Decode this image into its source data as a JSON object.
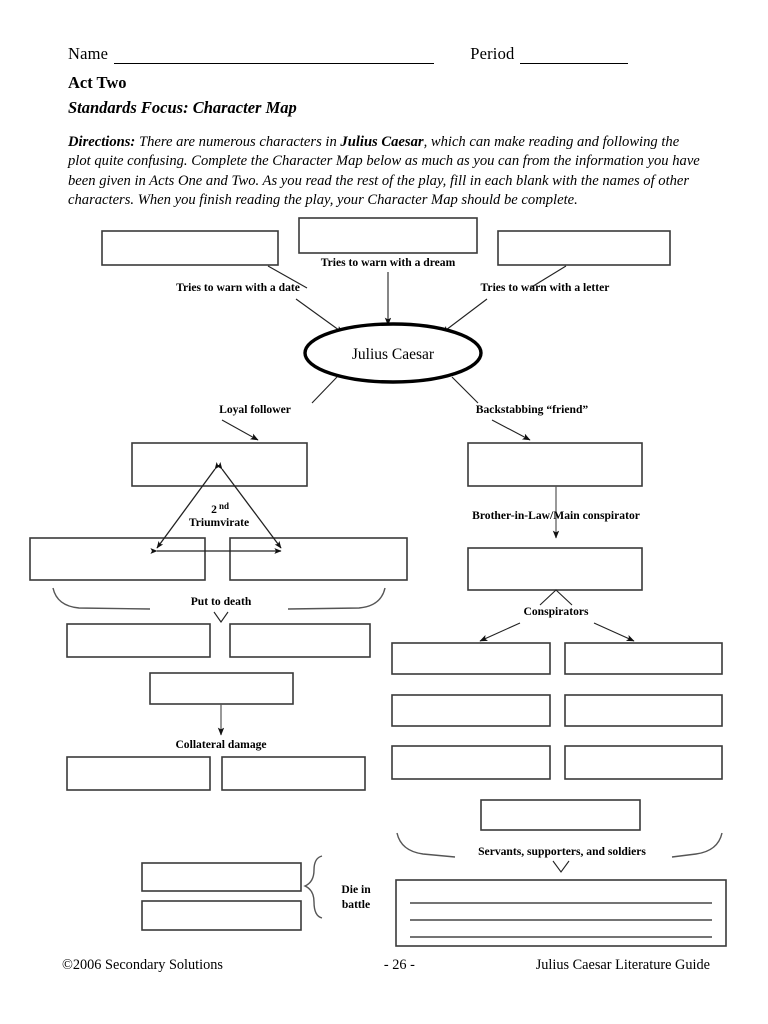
{
  "header": {
    "name_label": "Name",
    "period_label": "Period",
    "act_title": "Act Two",
    "standards_focus": "Standards Focus: Character Map"
  },
  "directions": {
    "lead": "Directions:",
    "text_before_title": "There are numerous characters in",
    "title": "Julius Caesar",
    "text_after_title": ", which can make reading and following the plot quite confusing.  Complete the Character Map below as much as you can from the information you have been given in Acts One and Two.  As you read the rest of the play, fill in each blank with the names of other characters.  When you finish reading the play, your Character Map should be complete."
  },
  "diagram": {
    "center_node": "Julius Caesar",
    "labels": {
      "warn_date": "Tries to warn with a date",
      "warn_dream": "Tries to warn with a dream",
      "warn_letter": "Tries to warn with a letter",
      "loyal_follower": "Loyal follower",
      "backstabbing_friend": "Backstabbing “friend”",
      "triumvirate_sup": "2",
      "triumvirate_ord": "nd",
      "triumvirate_word": "Triumvirate",
      "brother_in_law": "Brother-in-Law/Main conspirator",
      "conspirators": "Conspirators",
      "put_to_death": "Put to death",
      "collateral_damage": "Collateral damage",
      "servants": "Servants, supporters, and soldiers",
      "die_in_battle_line1": "Die in",
      "die_in_battle_line2": "battle"
    },
    "blank_boxes_count": 22,
    "writing_lines_count": 3
  },
  "footer": {
    "copyright": "©2006 Secondary Solutions",
    "page_number": "- 26 -",
    "guide_title": "Julius Caesar Literature Guide"
  }
}
